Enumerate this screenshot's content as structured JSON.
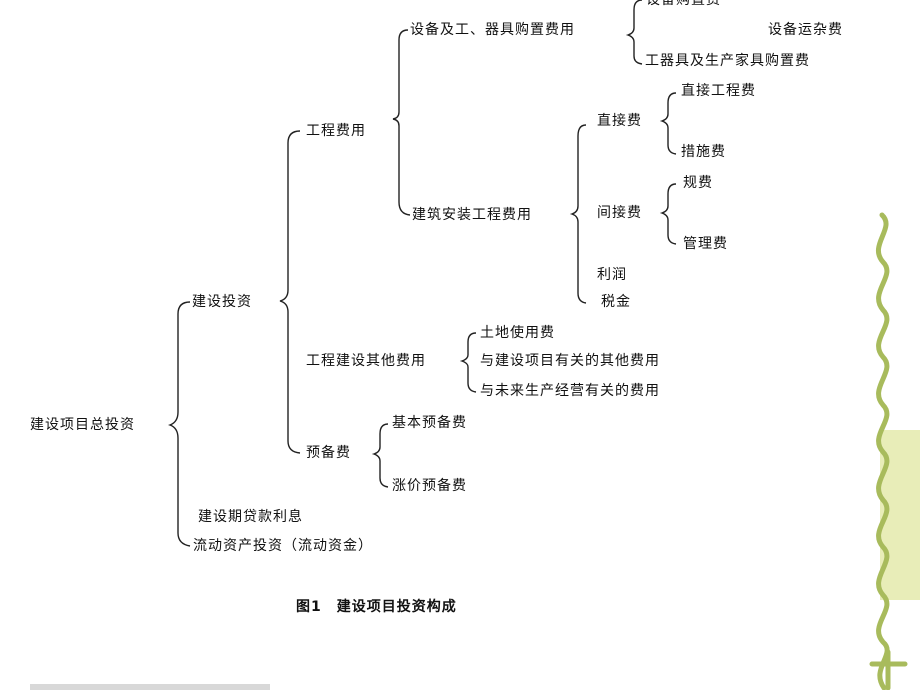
{
  "diagram": {
    "root": "建设项目总投资",
    "level1": {
      "construction_investment": "建设投资",
      "loan_interest": "建设期贷款利息",
      "working_capital": "流动资产投资（流动资金）"
    },
    "level2": {
      "engineering_cost": "工程费用",
      "other_cost": "工程建设其他费用",
      "reserve": "预备费"
    },
    "level3": {
      "equipment_purchase": "设备及工、器具购置费用",
      "building_install": "建筑安装工程费用",
      "land_use": "土地使用费",
      "project_related": "与建设项目有关的其他费用",
      "future_production": "与未来生产经营有关的费用",
      "basic_reserve": "基本预备费",
      "price_reserve": "涨价预备费"
    },
    "level4": {
      "equipment_price": "设备购置费",
      "equipment_freight": "设备运杂费",
      "tools_purchase": "工器具及生产家具购置费",
      "direct_cost": "直接费",
      "indirect_cost": "间接费",
      "profit": "利润",
      "tax": "税金"
    },
    "level5": {
      "direct_engineering": "直接工程费",
      "measures": "措施费",
      "fees": "规费",
      "management": "管理费"
    },
    "caption": "图1　建设项目投资构成"
  },
  "colors": {
    "text": "#111111",
    "line": "#222222",
    "vine": "#a8bb5c",
    "leaf": "#e8edb8"
  }
}
